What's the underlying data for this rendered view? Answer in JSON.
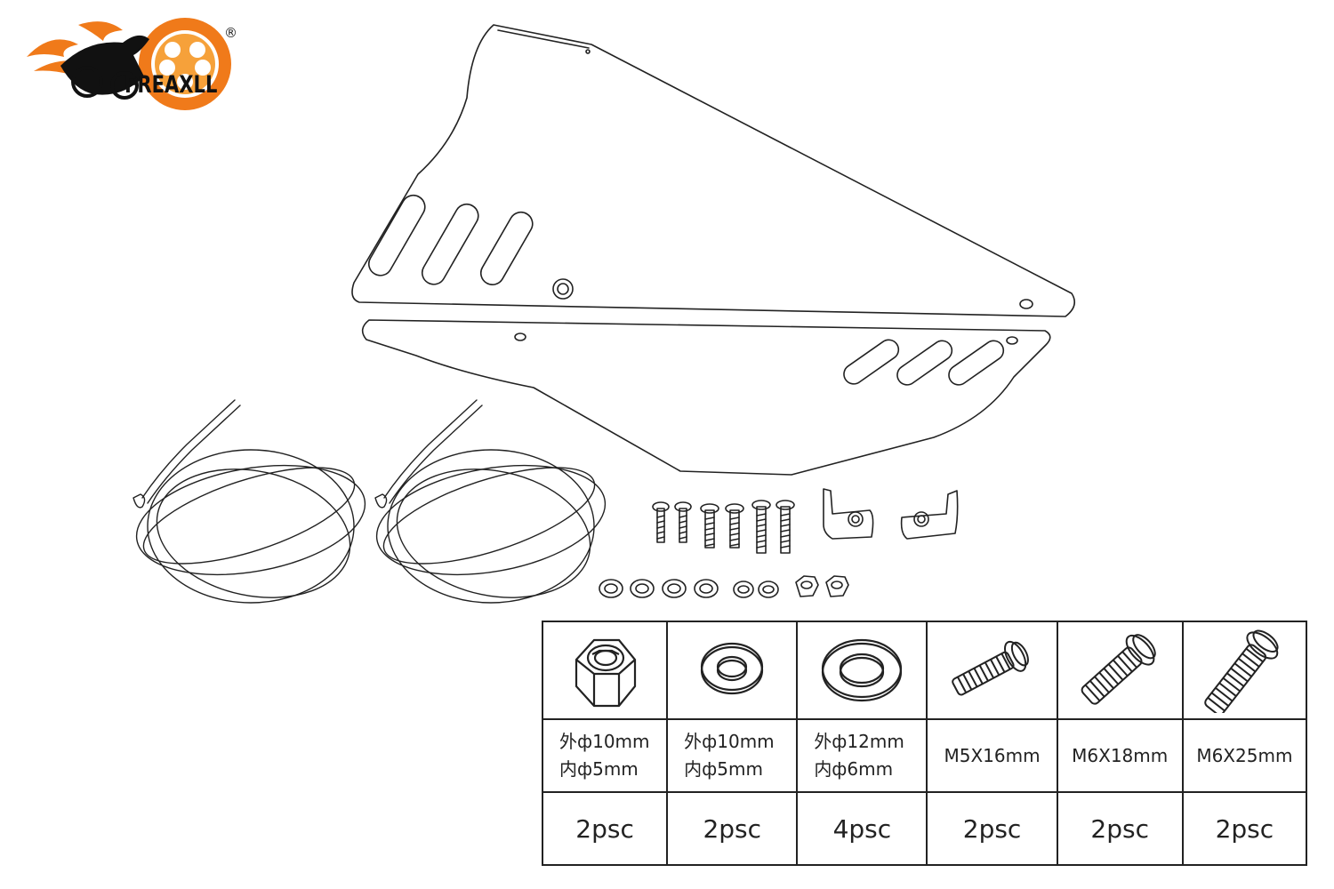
{
  "brand": {
    "name": "FREAXLL",
    "registered_mark": "®",
    "logo_colors": {
      "orange": "#f07a1a",
      "light_orange": "#f6a13a",
      "black": "#111111"
    }
  },
  "drawing": {
    "icons": [
      "side-panel-upper",
      "side-panel-lower",
      "rubber-edge-trim",
      "bolt",
      "bracket",
      "washer",
      "nut"
    ]
  },
  "parts_table": {
    "columns": [
      {
        "icon": "hex-nut-icon",
        "spec_line1": "外ф10mm",
        "spec_line2": "内ф5mm",
        "spec": "",
        "qty": "2psc"
      },
      {
        "icon": "small-washer-icon",
        "spec_line1": "外ф10mm",
        "spec_line2": "内ф5mm",
        "spec": "",
        "qty": "2psc"
      },
      {
        "icon": "large-washer-icon",
        "spec_line1": "外ф12mm",
        "spec_line2": "内ф6mm",
        "spec": "",
        "qty": "4psc"
      },
      {
        "icon": "bolt-m5x16-icon",
        "spec_line1": "",
        "spec_line2": "",
        "spec": "M5X16mm",
        "qty": "2psc"
      },
      {
        "icon": "bolt-m6x18-icon",
        "spec_line1": "",
        "spec_line2": "",
        "spec": "M6X18mm",
        "qty": "2psc"
      },
      {
        "icon": "bolt-m6x25-icon",
        "spec_line1": "",
        "spec_line2": "",
        "spec": "M6X25mm",
        "qty": "2psc"
      }
    ]
  }
}
